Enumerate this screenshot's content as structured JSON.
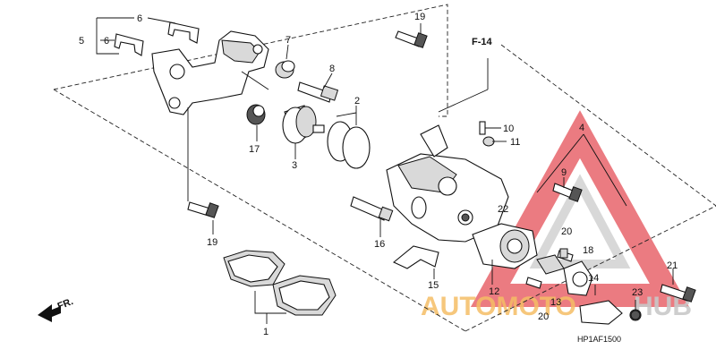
{
  "diagram": {
    "ref_label": "F-14",
    "front_label": "FR.",
    "code": "HP1AF1500",
    "watermark": {
      "word_a": "AUTOMOTO",
      "word_b": "HUB",
      "color_red": "#e0303a",
      "color_orange": "#f3b24a",
      "color_gray": "#bfbfbf"
    },
    "callouts": {
      "c1": "1",
      "c2": "2",
      "c3": "3",
      "c4": "4",
      "c5": "5",
      "c6a": "6",
      "c6b": "6",
      "c7": "7",
      "c8": "8",
      "c9": "9",
      "c10": "10",
      "c11": "11",
      "c12": "12",
      "c13": "13",
      "c14": "14",
      "c15": "15",
      "c16": "16",
      "c17": "17",
      "c18": "18",
      "c19a": "19",
      "c19b": "19",
      "c20a": "20",
      "c20b": "20",
      "c21": "21",
      "c22": "22",
      "c23": "23"
    }
  }
}
